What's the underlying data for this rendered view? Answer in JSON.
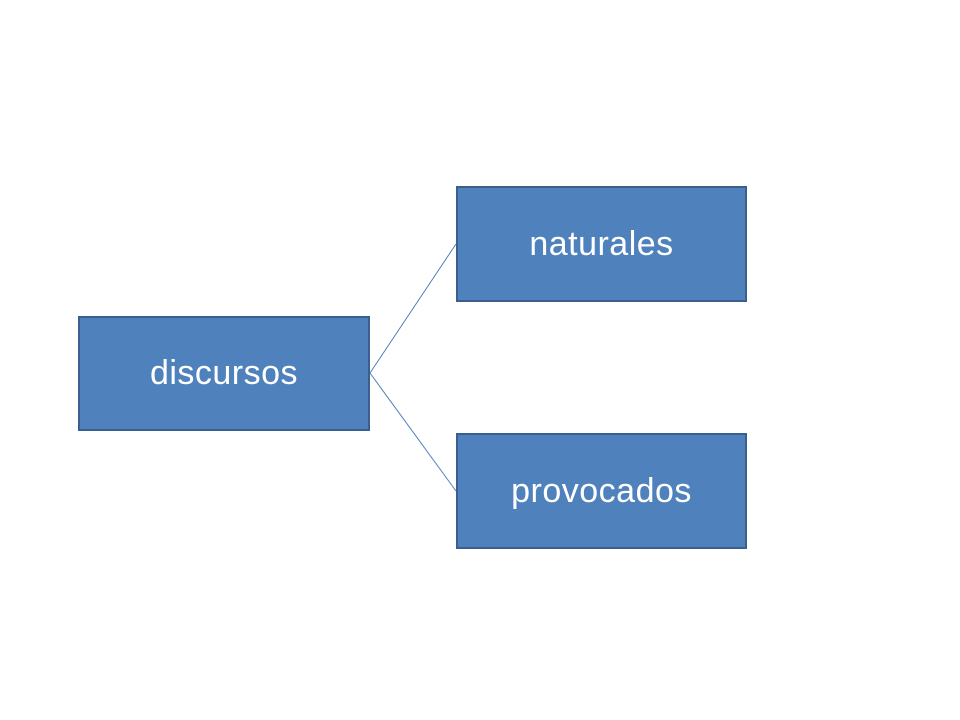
{
  "colors": {
    "node_fill": "#4f81bd",
    "node_border": "#3a5f8e",
    "connector": "#4f81bd",
    "text": "#ffffff"
  },
  "diagram": {
    "root": {
      "label": "discursos"
    },
    "children": [
      {
        "label": "naturales"
      },
      {
        "label": "provocados"
      }
    ]
  }
}
